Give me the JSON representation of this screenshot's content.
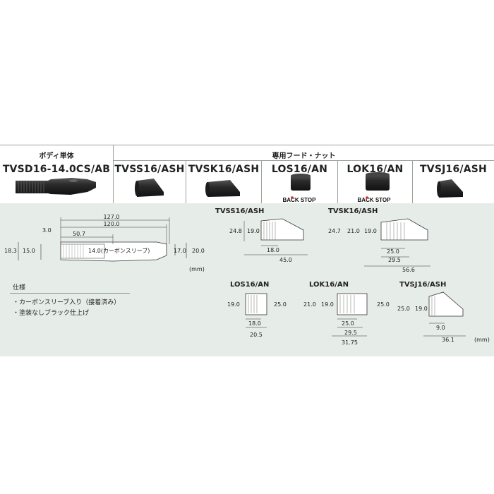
{
  "header": {
    "body_group": "ボディ単体",
    "hood_group": "専用フード・ナット"
  },
  "products": {
    "body": "TVSD16-14.0CS/AB",
    "tvss": "TVSS16/ASH",
    "tvsk": "TVSK16/ASH",
    "los": "LOS16/AN",
    "lok": "LOK16/AN",
    "tvsj": "TVSJ16/ASH"
  },
  "badges": {
    "los": "BACK STOP",
    "lok": "BACK STOP"
  },
  "body_dims": {
    "total": "127.0",
    "length": "120.0",
    "offset": "3.0",
    "inner": "50.7",
    "sleeve": "14.0(カーボンスリーブ)",
    "od_left_outer": "18.3",
    "od_left_inner": "15.0",
    "od_right_inner": "17.0",
    "od_right_outer": "20.0",
    "unit": "(mm)"
  },
  "tvss_dims": {
    "d1": "24.8",
    "d2": "19.0",
    "l1": "18.0",
    "l2": "45.0"
  },
  "tvsk_dims": {
    "d1": "24.7",
    "d2": "21.0",
    "d3": "19.0",
    "l1": "25.0",
    "l2": "29.5",
    "l3": "56.6"
  },
  "los_dims": {
    "d1": "19.0",
    "d2": "25.0",
    "l1": "18.0",
    "l2": "20.5"
  },
  "lok_dims": {
    "d1": "21.0",
    "d2": "19.0",
    "d3": "25.0",
    "l1": "25.0",
    "l2": "29.5",
    "l3": "31.75"
  },
  "tvsj_dims": {
    "d1": "25.0",
    "d2": "19.0",
    "l1": "9.0",
    "l2": "36.1"
  },
  "hood_unit": "(mm)",
  "spec": {
    "title": "仕様",
    "items": [
      "・カーボンスリーブ入り（接着済み）",
      "・塗装なしブラック仕上げ"
    ]
  },
  "colors": {
    "band": "#e6ede8",
    "rule": "#9aa29d",
    "part": "#2b2b2b",
    "badge_red": "#d8261c"
  }
}
